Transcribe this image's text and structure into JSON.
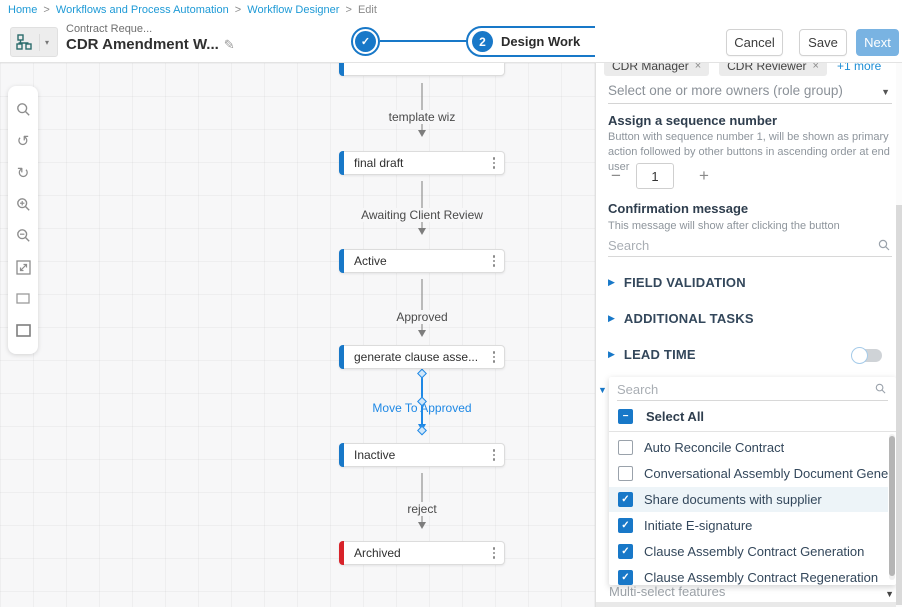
{
  "breadcrumb": {
    "sep": ">",
    "items": [
      "Home",
      "Workflows and Process Automation",
      "Workflow Designer",
      "Edit"
    ]
  },
  "header": {
    "subtitle": "Contract Reque...",
    "title": "CDR Amendment W...",
    "cancel": "Cancel",
    "save": "Save",
    "next": "Next",
    "step2_number": "2",
    "step2_label": "Design Work"
  },
  "canvas": {
    "nodes": {
      "final_draft": "final draft",
      "active": "Active",
      "generate": "generate clause asse...",
      "inactive": "Inactive",
      "archived": "Archived"
    },
    "edges": {
      "e1": "template wiz",
      "e2": "Awaiting Client Review",
      "e3": "Approved",
      "selected": "Move To Approved",
      "e4": "reject"
    }
  },
  "panel": {
    "owner_chip_1": "CDR Manager",
    "owner_chip_2": "CDR Reviewer",
    "chip_close": "×",
    "more_link": "+1 more",
    "owners_placeholder": "Select one or more owners (role group)",
    "sequence_title": "Assign a sequence number",
    "sequence_desc": "Button with sequence number 1, will be shown as primary action followed by other buttons in ascending order at end user",
    "sequence_value": "1",
    "minus": "−",
    "plus": "+",
    "confirmation_title": "Confirmation message",
    "confirmation_desc": "This message will show after clicking the button",
    "search_placeholder": "Search",
    "section_field_validation": "FIELD VALIDATION",
    "section_additional_tasks": "ADDITIONAL TASKS",
    "section_lead_time": "LEAD TIME",
    "lead_time_toggle_state": "off",
    "features": {
      "search_placeholder": "Search",
      "select_all": "Select All",
      "options": [
        {
          "label": "Auto Reconcile Contract",
          "checked": false
        },
        {
          "label": "Conversational Assembly Document Generation",
          "checked": false
        },
        {
          "label": "Share documents with supplier",
          "checked": true
        },
        {
          "label": "Initiate E-signature",
          "checked": true
        },
        {
          "label": "Clause Assembly Contract Generation",
          "checked": true
        },
        {
          "label": "Clause Assembly Contract Regeneration",
          "checked": true
        }
      ],
      "field_label": "Multi-select features"
    }
  },
  "glyphs": {
    "check": "✓",
    "indeterminate": "−",
    "caret_down": "▼",
    "caret_right": "▶",
    "caret_small": "▾",
    "pencil": "✎",
    "undo": "↺",
    "redo": "↻"
  },
  "colors": {
    "accent_blue": "#1878c8",
    "link_blue": "#1e9ad6",
    "selected_edge_blue": "#1e88e5",
    "archived_red": "#d8232a",
    "next_button_bg": "#79b3e2"
  }
}
